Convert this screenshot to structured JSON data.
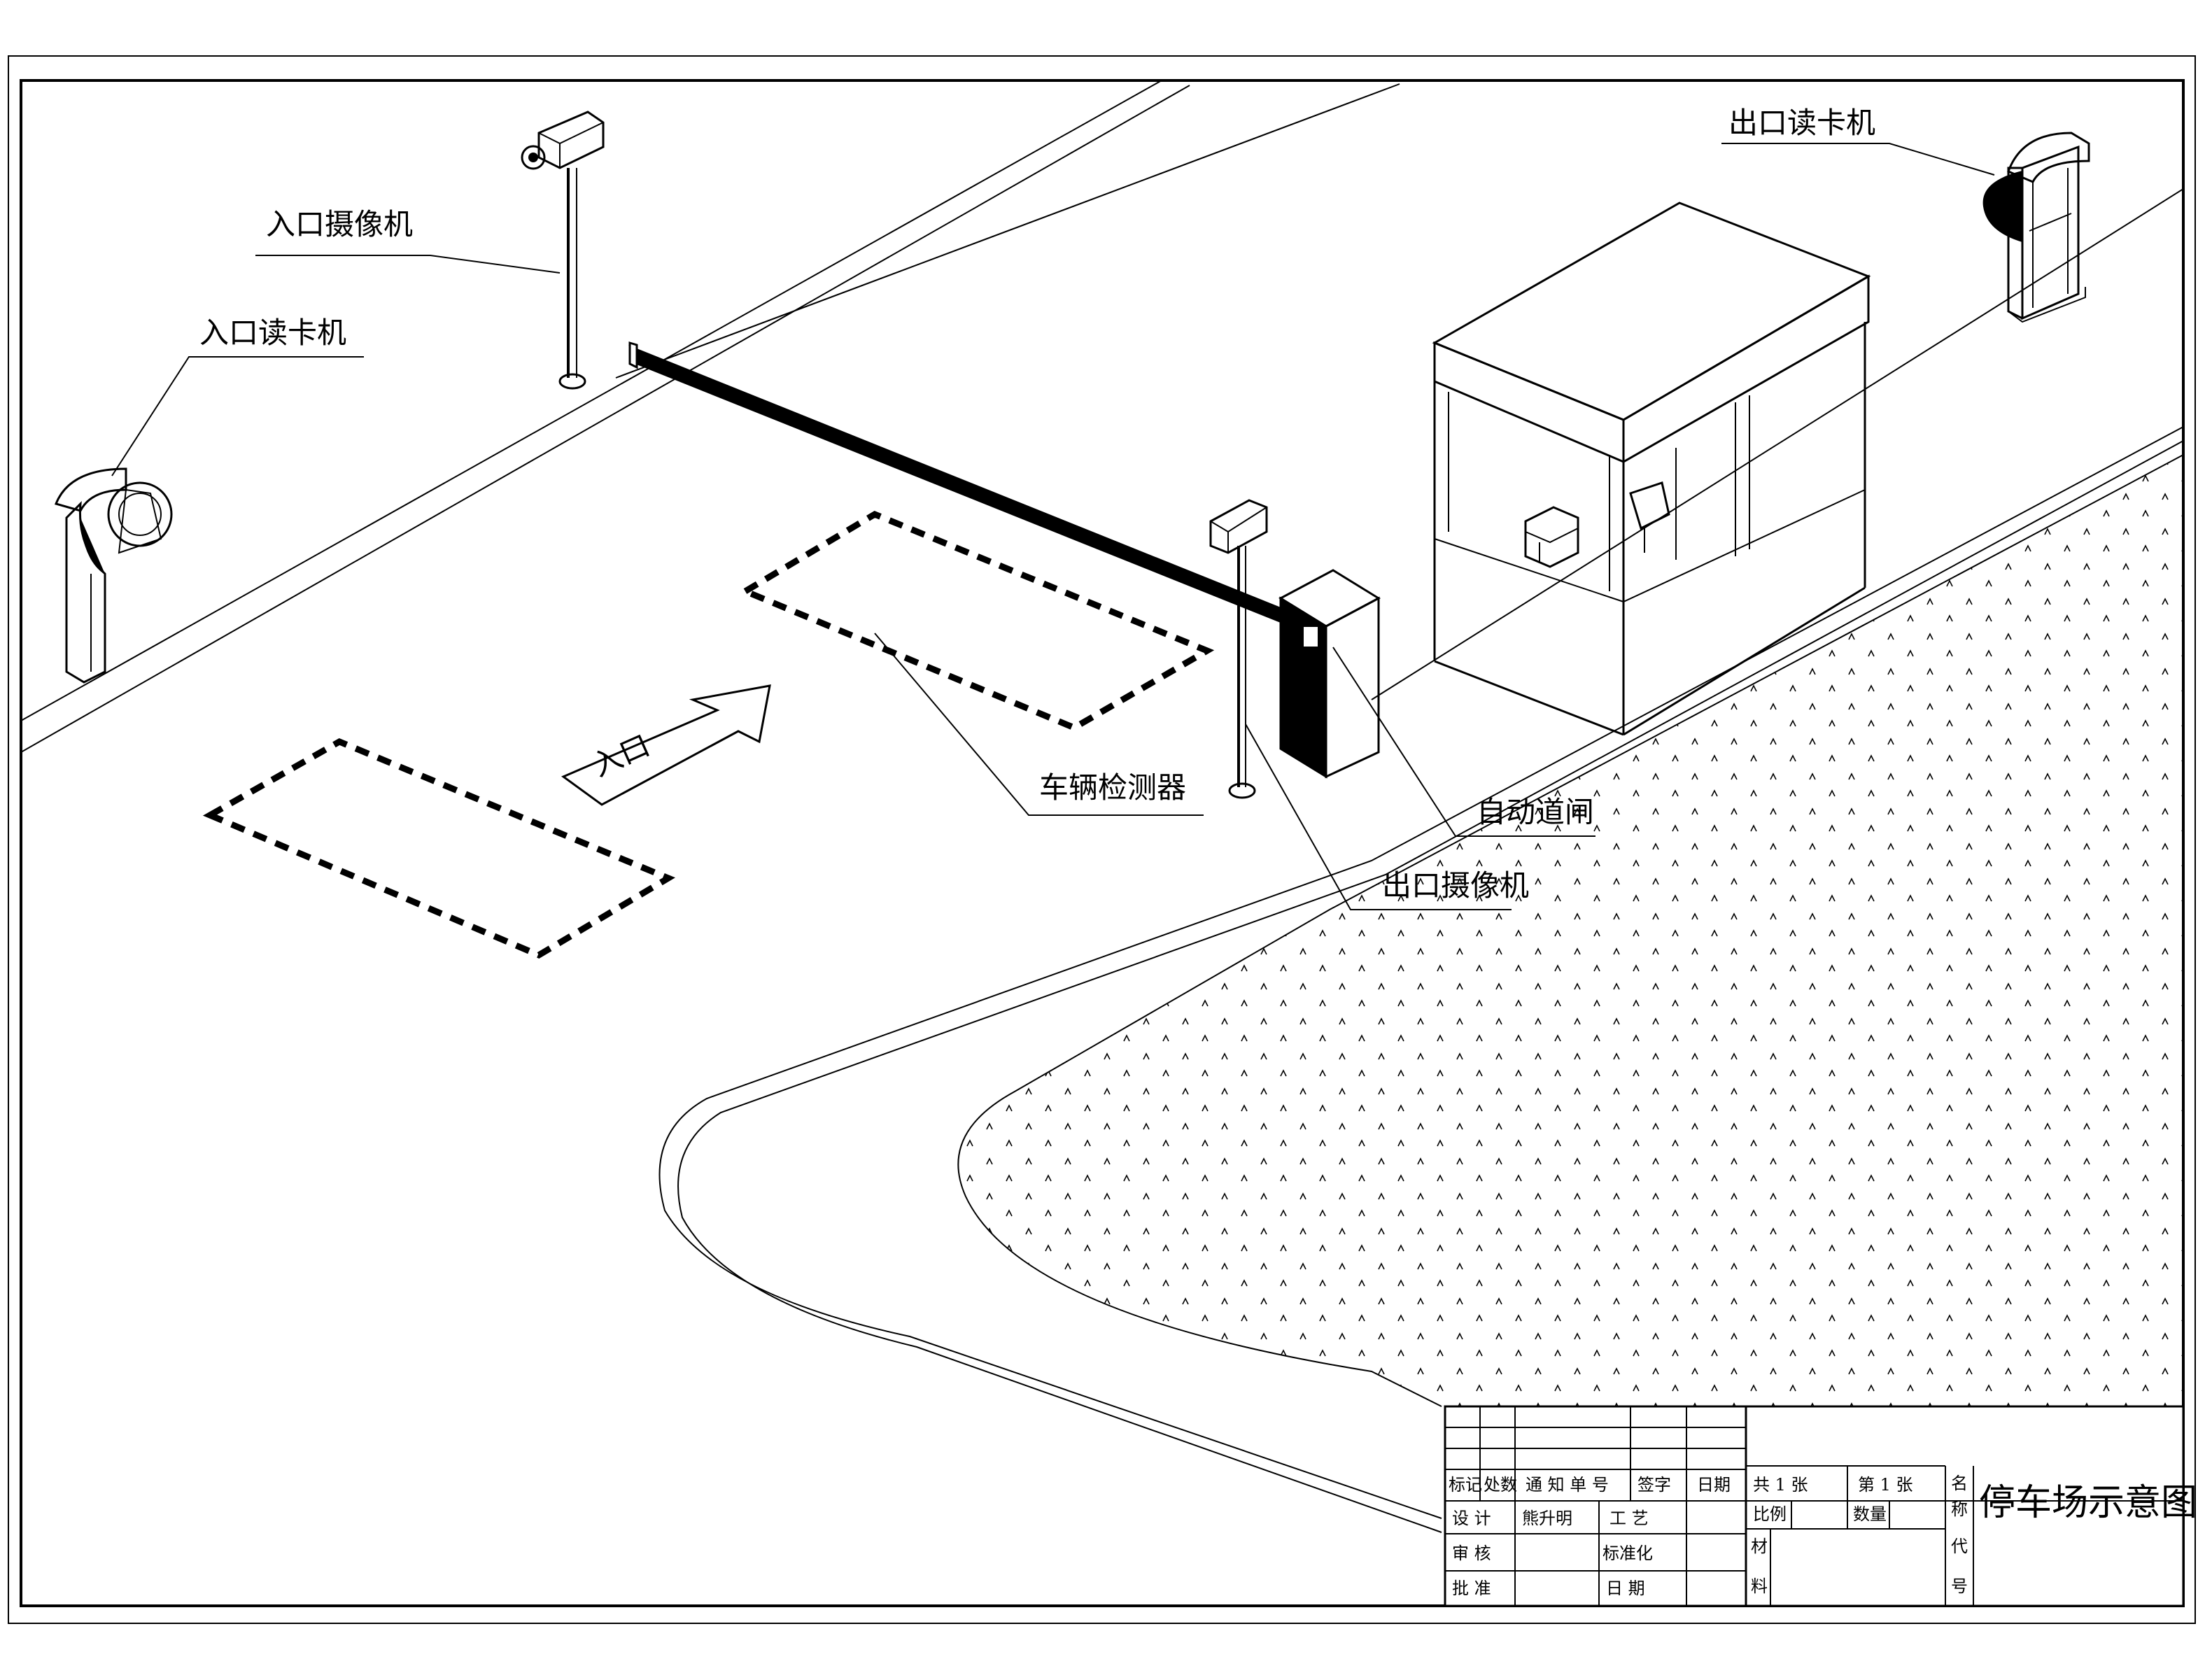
{
  "labels": {
    "entry_camera": "入口摄像机",
    "entry_card_reader": "入口读卡机",
    "exit_card_reader": "出口读卡机",
    "vehicle_detector": "车辆检测器",
    "auto_barrier": "自动道闸",
    "exit_camera": "出口摄像机",
    "entrance_arrow": "入口"
  },
  "title_block": {
    "drawing_title": "停车场示意图",
    "rev_headers": [
      "标记",
      "处数",
      "通 知 单 号",
      "签字",
      "日期"
    ],
    "row_design": "设  计",
    "designer": "熊升明",
    "row_process": "工  艺",
    "row_review": "审  核",
    "row_standard": "标准化",
    "row_approve": "批  准",
    "row_date": "日  期",
    "sheet_total": "共  1  张",
    "sheet_no": "第  1  张",
    "scale": "比例",
    "quantity": "数量",
    "material_1": "材",
    "material_2": "料",
    "name_1": "名",
    "name_2": "称",
    "code_1": "代",
    "code_2": "号"
  }
}
